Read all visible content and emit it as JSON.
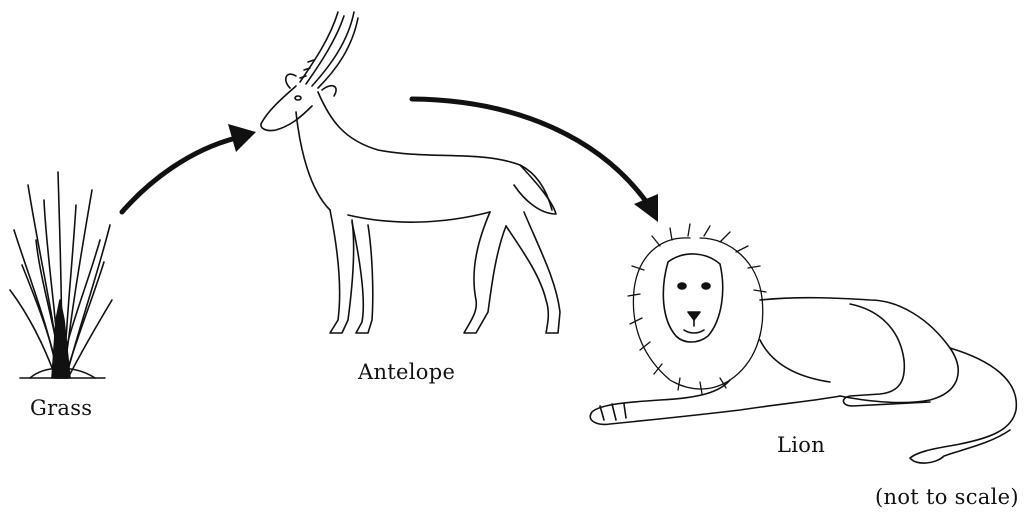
{
  "labels": {
    "grass": "Grass",
    "antelope": "Antelope",
    "lion": "Lion",
    "scale_note": "(not to scale)"
  },
  "colors": {
    "ink": "#111111",
    "background": "#ffffff"
  },
  "arrows": [
    {
      "from": "Grass",
      "to": "Antelope"
    },
    {
      "from": "Antelope",
      "to": "Lion"
    }
  ]
}
